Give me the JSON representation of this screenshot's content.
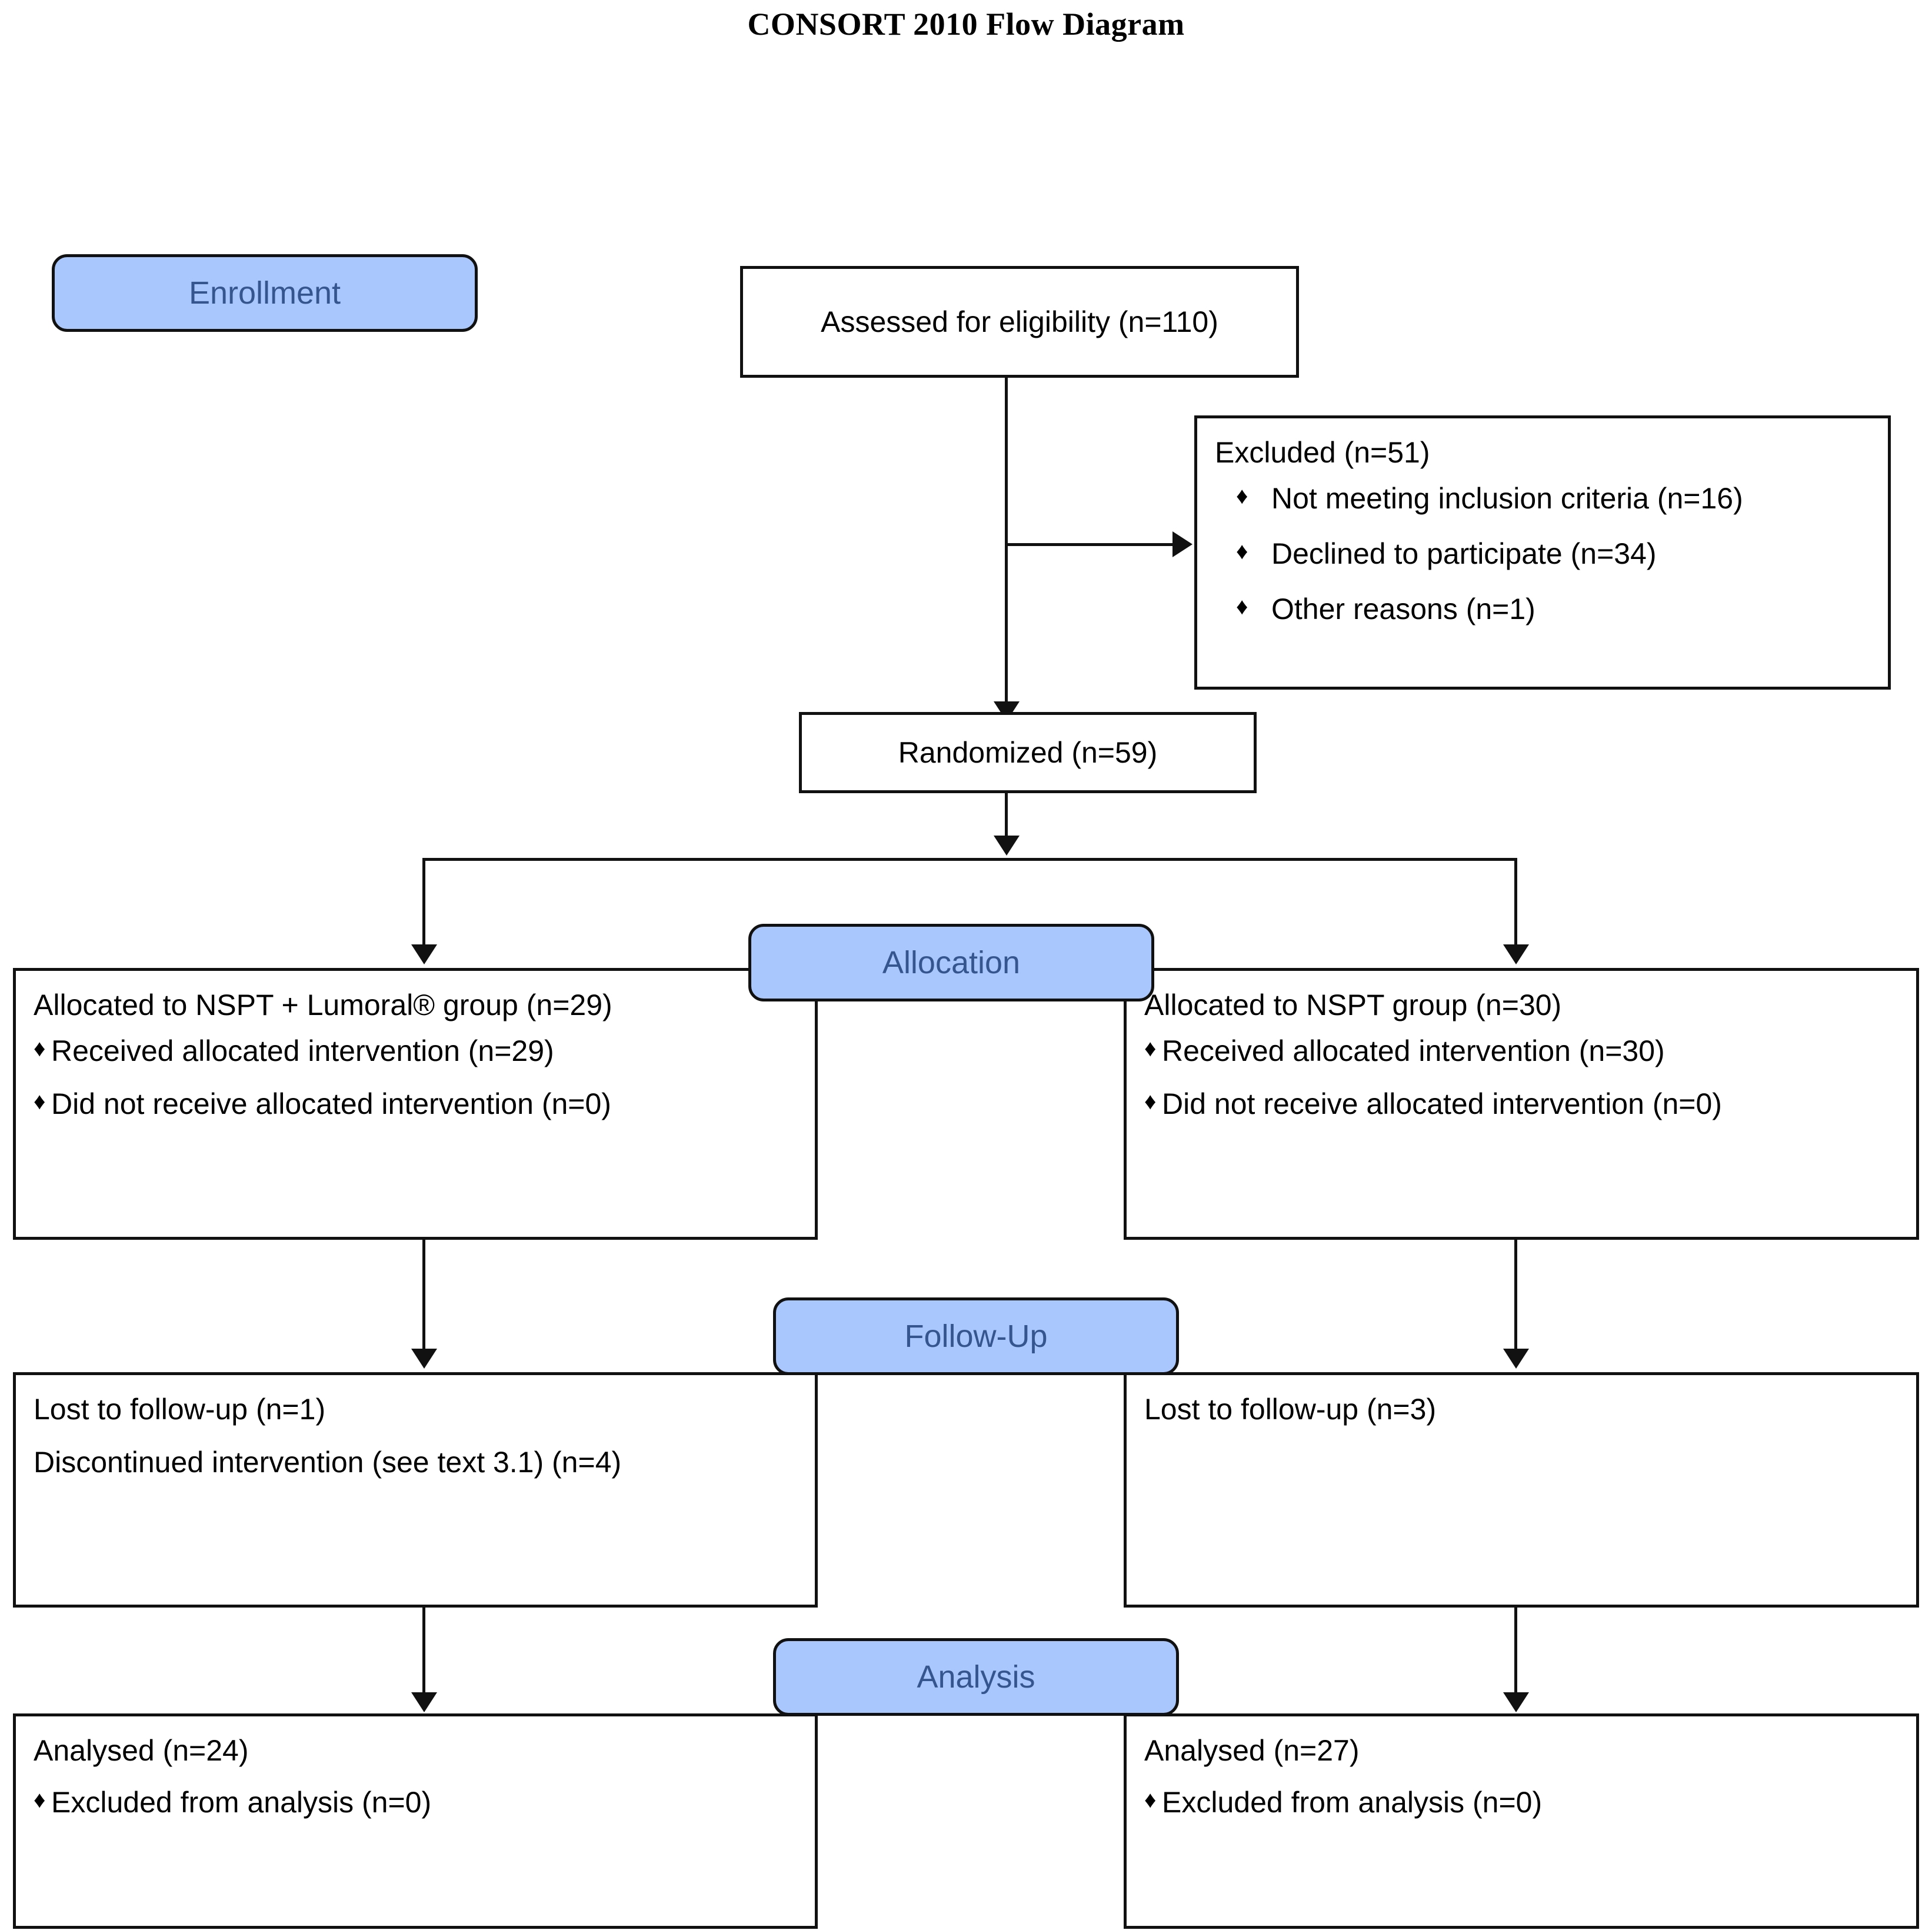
{
  "title": "CONSORT 2010 Flow Diagram",
  "stages": {
    "enrollment": "Enrollment",
    "allocation": "Allocation",
    "followup": "Follow-Up",
    "analysis": "Analysis"
  },
  "bullet_glyph": "♦",
  "colors": {
    "stage_fill": "#a9c6fd",
    "stage_text": "#35558f",
    "box_border": "#111111",
    "box_fill": "#ffffff",
    "text": "#000000"
  },
  "nodes": {
    "assessed": {
      "text": "Assessed for eligibility (n=110)"
    },
    "excluded": {
      "header": "Excluded (n=51)",
      "items": [
        "Not meeting inclusion criteria (n=16)",
        "Declined to participate (n=34)",
        "Other reasons (n=1)"
      ]
    },
    "randomized": {
      "text": "Randomized (n=59)"
    },
    "alloc_left": {
      "header": "Allocated to NSPT + Lumoral® group (n=29)",
      "items": [
        "Received allocated intervention (n=29)",
        "Did not receive allocated intervention (n=0)"
      ]
    },
    "alloc_right": {
      "header": "Allocated to NSPT group (n=30)",
      "items": [
        "Received allocated intervention (n=30)",
        "Did not receive allocated intervention (n=0)"
      ]
    },
    "follow_left": {
      "lines": [
        "Lost to follow-up (n=1)",
        "Discontinued intervention (see text 3.1) (n=4)"
      ]
    },
    "follow_right": {
      "lines": [
        "Lost to follow-up (n=3)"
      ]
    },
    "analysis_left": {
      "header": "Analysed (n=24)",
      "items": [
        "Excluded from analysis (n=0)"
      ]
    },
    "analysis_right": {
      "header": "Analysed (n=27)",
      "items": [
        "Excluded from analysis (n=0)"
      ]
    }
  },
  "chart_data": {
    "type": "flow-diagram",
    "title": "CONSORT 2010 Flow Diagram",
    "stages": [
      "Enrollment",
      "Allocation",
      "Follow-Up",
      "Analysis"
    ],
    "nodes": [
      {
        "id": "assessed",
        "stage": "Enrollment",
        "label": "Assessed for eligibility",
        "n": 110
      },
      {
        "id": "excluded",
        "stage": "Enrollment",
        "label": "Excluded",
        "n": 51,
        "breakdown": [
          {
            "label": "Not meeting inclusion criteria",
            "n": 16
          },
          {
            "label": "Declined to participate",
            "n": 34
          },
          {
            "label": "Other reasons",
            "n": 1
          }
        ]
      },
      {
        "id": "randomized",
        "stage": "Enrollment",
        "label": "Randomized",
        "n": 59
      },
      {
        "id": "alloc_left",
        "stage": "Allocation",
        "label": "Allocated to NSPT + Lumoral® group",
        "n": 29,
        "breakdown": [
          {
            "label": "Received allocated intervention",
            "n": 29
          },
          {
            "label": "Did not receive allocated intervention",
            "n": 0
          }
        ]
      },
      {
        "id": "alloc_right",
        "stage": "Allocation",
        "label": "Allocated to NSPT group",
        "n": 30,
        "breakdown": [
          {
            "label": "Received allocated intervention",
            "n": 30
          },
          {
            "label": "Did not receive allocated intervention",
            "n": 0
          }
        ]
      },
      {
        "id": "follow_left",
        "stage": "Follow-Up",
        "label": "NSPT + Lumoral® group",
        "breakdown": [
          {
            "label": "Lost to follow-up",
            "n": 1
          },
          {
            "label": "Discontinued intervention (see text 3.1)",
            "n": 4
          }
        ]
      },
      {
        "id": "follow_right",
        "stage": "Follow-Up",
        "label": "NSPT group",
        "breakdown": [
          {
            "label": "Lost to follow-up",
            "n": 3
          }
        ]
      },
      {
        "id": "analysis_left",
        "stage": "Analysis",
        "label": "Analysed",
        "n": 24,
        "breakdown": [
          {
            "label": "Excluded from analysis",
            "n": 0
          }
        ]
      },
      {
        "id": "analysis_right",
        "stage": "Analysis",
        "label": "Analysed",
        "n": 27,
        "breakdown": [
          {
            "label": "Excluded from analysis",
            "n": 0
          }
        ]
      }
    ],
    "edges": [
      {
        "from": "assessed",
        "to": "excluded"
      },
      {
        "from": "assessed",
        "to": "randomized"
      },
      {
        "from": "randomized",
        "to": "alloc_left"
      },
      {
        "from": "randomized",
        "to": "alloc_right"
      },
      {
        "from": "alloc_left",
        "to": "follow_left"
      },
      {
        "from": "alloc_right",
        "to": "follow_right"
      },
      {
        "from": "follow_left",
        "to": "analysis_left"
      },
      {
        "from": "follow_right",
        "to": "analysis_right"
      }
    ]
  }
}
